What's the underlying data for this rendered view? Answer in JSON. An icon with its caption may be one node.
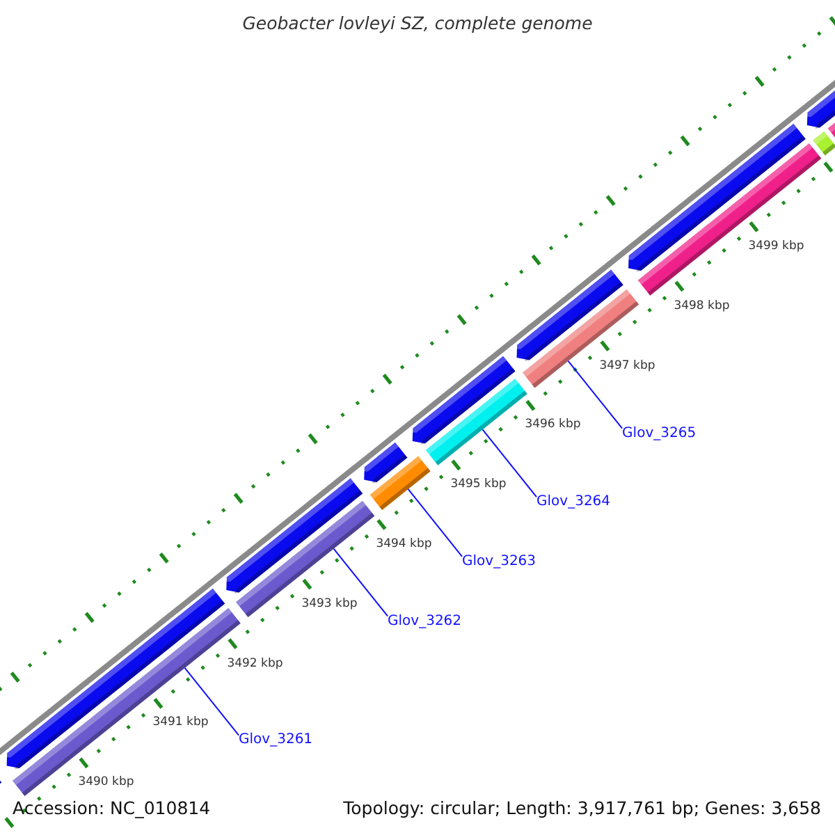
{
  "diagram": {
    "title": "Geobacter lovleyi SZ, complete genome",
    "nodes": [
      {
        "text": [],
        "shape": "bar"
      },
      {
        "text": [],
        "shape": "bar"
      },
      {
        "text": [],
        "shape": "bar"
      },
      {
        "text": [],
        "shape": "bar"
      },
      {
        "text": [],
        "shape": "bar"
      },
      {
        "text": [],
        "shape": "bar"
      },
      {
        "text": [],
        "shape": "bar"
      },
      {
        "text": [],
        "shape": "bar"
      },
      {
        "text": [],
        "shape": "bar"
      },
      {
        "text": [],
        "shape": "bar"
      },
      {
        "text": [],
        "shape": "bar"
      },
      {
        "text": [],
        "shape": "bar"
      },
      {
        "text": [],
        "shape": "bar"
      },
      {
        "text": [],
        "shape": "bar"
      },
      {
        "text": [],
        "shape": "bar"
      },
      {
        "text": [],
        "shape": "bar"
      },
      {
        "text": [
          "Glov_3261"
        ]
      },
      {
        "text": [
          "Glov_3262"
        ]
      },
      {
        "text": [
          "Glov_3263"
        ]
      },
      {
        "text": [
          "Glov_3264"
        ]
      },
      {
        "text": [
          "Glov_3265"
        ]
      }
    ],
    "edges": [
      {
        "from": 16,
        "to": 8,
        "arrow": "none"
      },
      {
        "from": 17,
        "to": 9,
        "arrow": "none"
      },
      {
        "from": 18,
        "to": 10,
        "arrow": "none"
      },
      {
        "from": 19,
        "to": 11,
        "arrow": "none"
      },
      {
        "from": 20,
        "to": 12,
        "arrow": "none"
      }
    ],
    "labels": [
      "3499 kbp",
      "3498 kbp",
      "3497 kbp",
      "3496 kbp",
      "3495 kbp",
      "3494 kbp",
      "3493 kbp",
      "3492 kbp",
      "3491 kbp",
      "3490 kbp",
      "Accession: NC_010814",
      "Topology: circular; Length: 3,917,761 bp; Genes: 3,658"
    ]
  }
}
